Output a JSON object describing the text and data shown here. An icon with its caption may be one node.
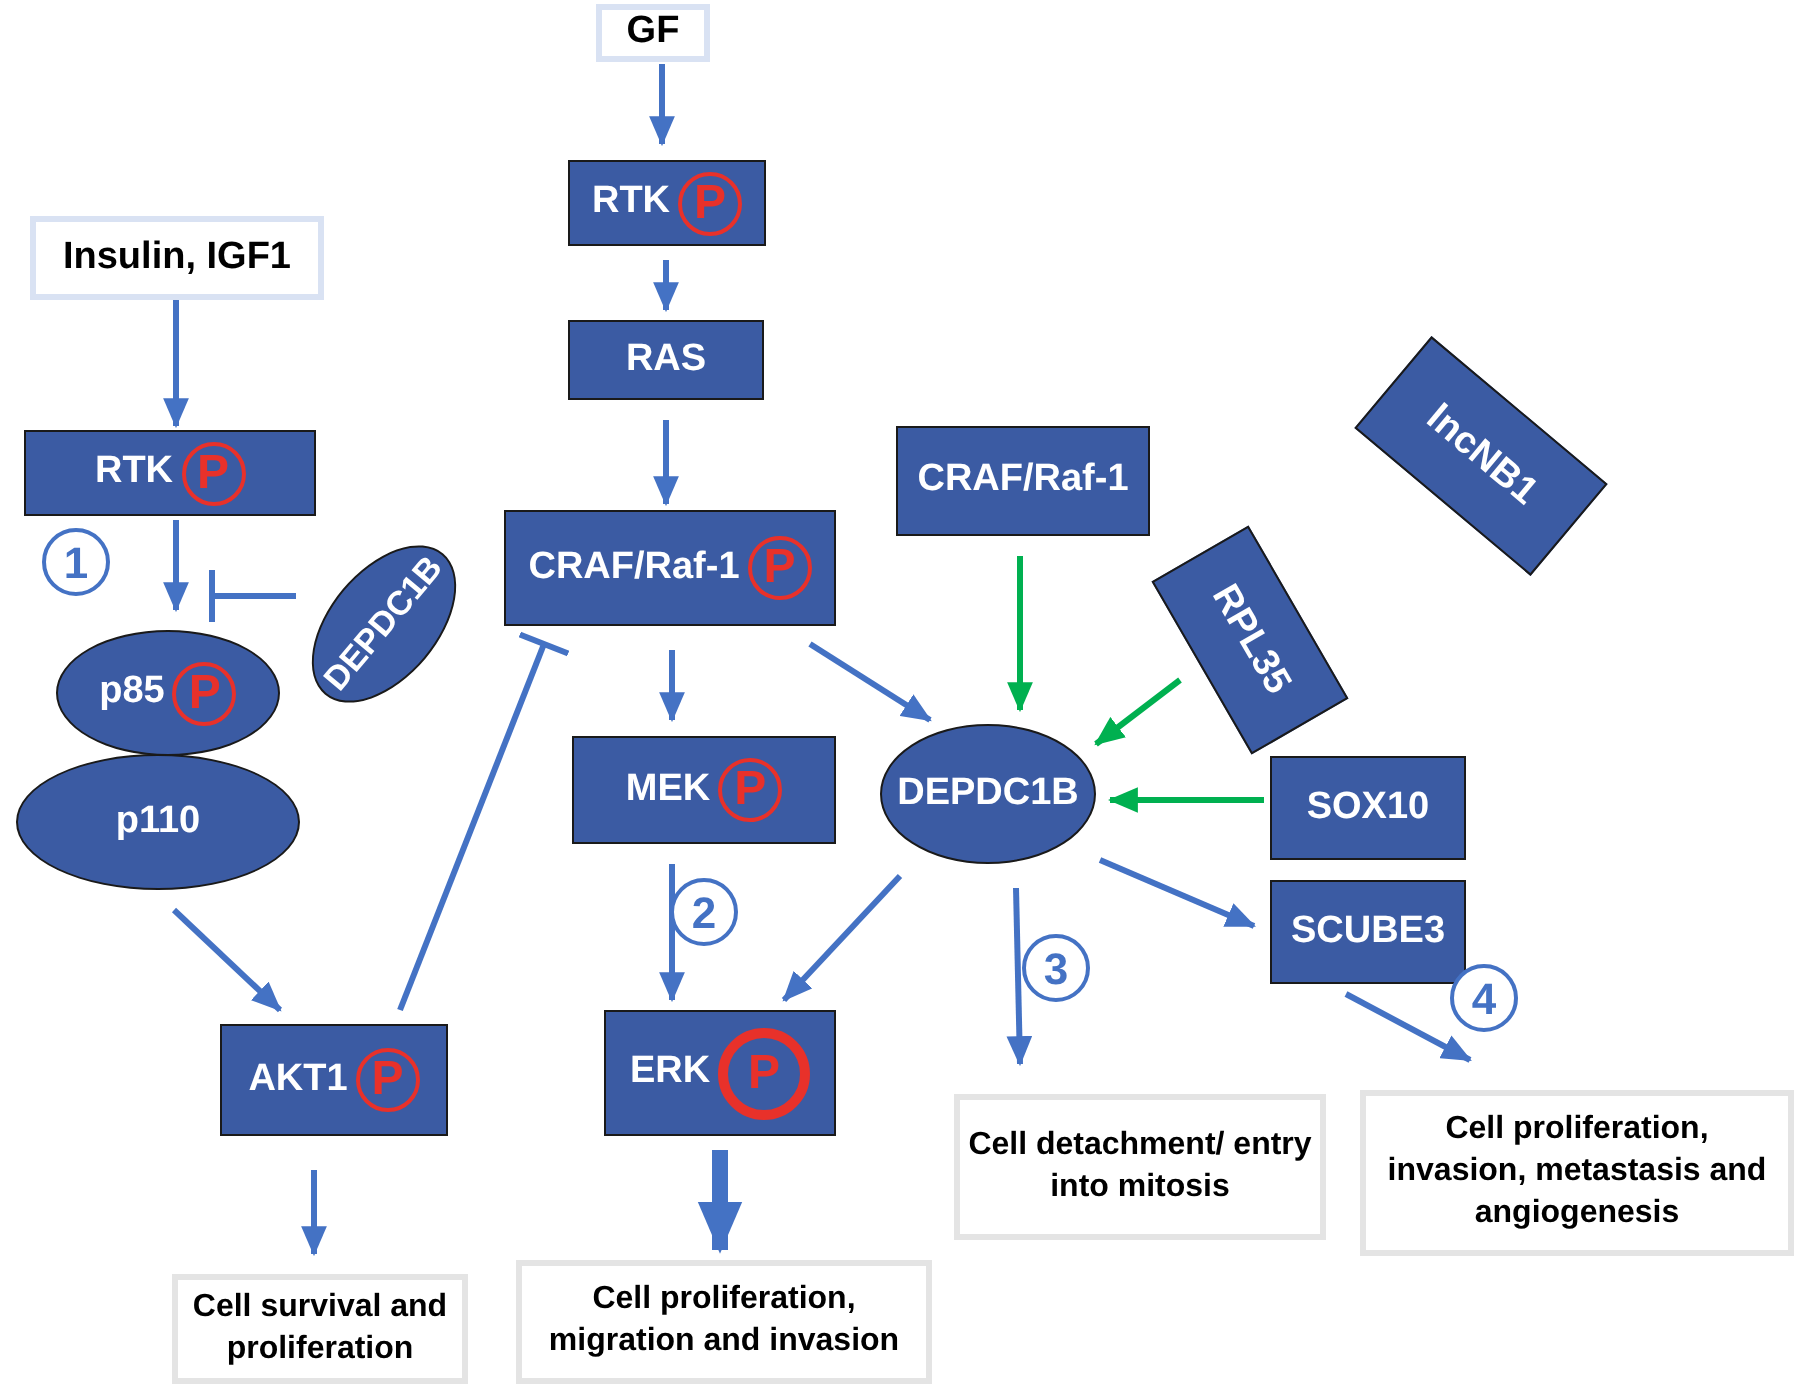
{
  "diagram": {
    "nodes": [
      {
        "text": [
          "Insulin, IGF1"
        ]
      },
      {
        "text": [
          "RTK",
          "P"
        ]
      },
      {
        "text": [
          "p85",
          "P"
        ]
      },
      {
        "text": [
          "DEPDC1B"
        ]
      },
      {
        "text": [
          "p110"
        ]
      },
      {
        "text": [
          "AKT1",
          "P"
        ]
      },
      {
        "text": [
          "Cell survival and proliferation"
        ]
      },
      {
        "text": [
          "GF"
        ]
      },
      {
        "text": [
          "RTK",
          "P"
        ]
      },
      {
        "text": [
          "RAS"
        ]
      },
      {
        "text": [
          "CRAF/Raf-1",
          "P"
        ]
      },
      {
        "text": [
          "MEK",
          "P"
        ]
      },
      {
        "text": [
          "ERK",
          "P"
        ]
      },
      {
        "text": [
          "Cell proliferation, migration and invasion"
        ]
      },
      {
        "text": [
          "CRAF/Raf-1"
        ]
      },
      {
        "text": [
          "lncNB1"
        ]
      },
      {
        "text": [
          "RPL35"
        ]
      },
      {
        "text": [
          "DEPDC1B"
        ]
      },
      {
        "text": [
          "SOX10"
        ]
      },
      {
        "text": [
          "SCUBE3"
        ]
      },
      {
        "text": [
          "Cell detachment/ entry into mitosis"
        ]
      },
      {
        "text": [
          "Cell proliferation, invasion, metastasis and angiogenesis"
        ]
      }
    ],
    "edges": [
      {
        "from": 0,
        "to": 1,
        "arrow": "to"
      },
      {
        "from": 1,
        "to": 2,
        "arrow": "to"
      },
      {
        "from": 3,
        "to": 2,
        "arrow": "other"
      },
      {
        "from": 4,
        "to": 5,
        "arrow": "to"
      },
      {
        "from": 5,
        "to": 10,
        "arrow": "other"
      },
      {
        "from": 5,
        "to": 6,
        "arrow": "to"
      },
      {
        "from": 7,
        "to": 8,
        "arrow": "to"
      },
      {
        "from": 8,
        "to": 9,
        "arrow": "to"
      },
      {
        "from": 9,
        "to": 10,
        "arrow": "to"
      },
      {
        "from": 10,
        "to": 11,
        "arrow": "to"
      },
      {
        "from": 10,
        "to": 17,
        "arrow": "to"
      },
      {
        "from": 11,
        "to": 12,
        "arrow": "to"
      },
      {
        "from": 17,
        "to": 12,
        "arrow": "to"
      },
      {
        "from": 12,
        "to": 13,
        "arrow": "to",
        "style": "thick"
      },
      {
        "from": 14,
        "to": 17,
        "arrow": "to",
        "color": "#00b050"
      },
      {
        "from": 16,
        "to": 17,
        "arrow": "to",
        "color": "#00b050"
      },
      {
        "from": 18,
        "to": 17,
        "arrow": "to",
        "color": "#00b050"
      },
      {
        "from": 17,
        "to": 20,
        "arrow": "to"
      },
      {
        "from": 17,
        "to": 19,
        "arrow": "to"
      },
      {
        "from": 19,
        "to": 21,
        "arrow": "to"
      }
    ],
    "labels": [
      "1",
      "2",
      "3",
      "4"
    ]
  }
}
